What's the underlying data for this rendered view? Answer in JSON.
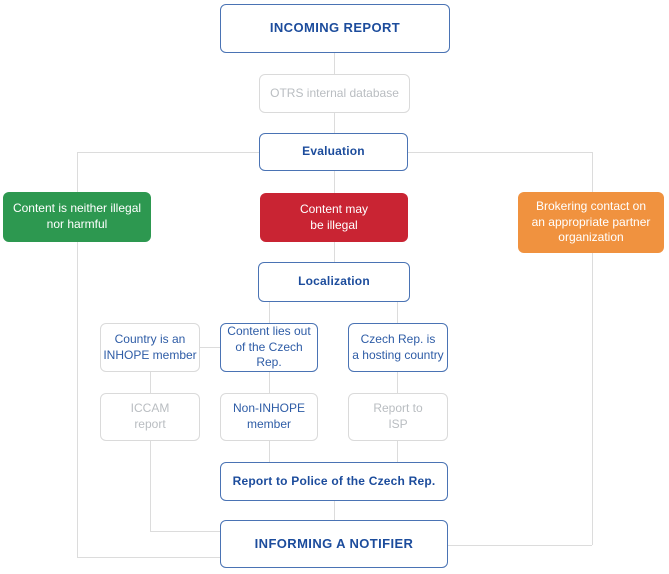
{
  "diagram": {
    "title": "Incoming report handling flowchart",
    "nodes": {
      "incoming_report": "INCOMING REPORT",
      "otrs": "OTRS internal database",
      "evaluation": "Evaluation",
      "content_not_illegal": "Content is neither illegal\nnor harmful",
      "content_may_be_illegal": "Content may\nbe illegal",
      "brokering_contact": "Brokering contact on\nan appropriate partner\norganization",
      "localization": "Localization",
      "country_inhope_member": "Country is an\nINHOPE member",
      "content_lies_out": "Content lies out\nof the Czech Rep.",
      "czech_hosting_country": "Czech Rep. is\na hosting country",
      "iccam_report": "ICCAM\nreport",
      "non_inhope_member": "Non-INHOPE\nmember",
      "report_to_isp": "Report to\nISP",
      "report_to_police": "Report to Police of the Czech Rep.",
      "informing_notifier": "INFORMING A NOTIFIER"
    },
    "colors": {
      "blue_border": "#4a73b4",
      "blue_text": "#2e5ca6",
      "blue_heading": "#1c4c9c",
      "gray_border": "#dadada",
      "gray_text": "#b9bdc1",
      "connector": "#dcdcdc",
      "green": "#2d9850",
      "red": "#c92433",
      "orange": "#f0923f"
    }
  }
}
